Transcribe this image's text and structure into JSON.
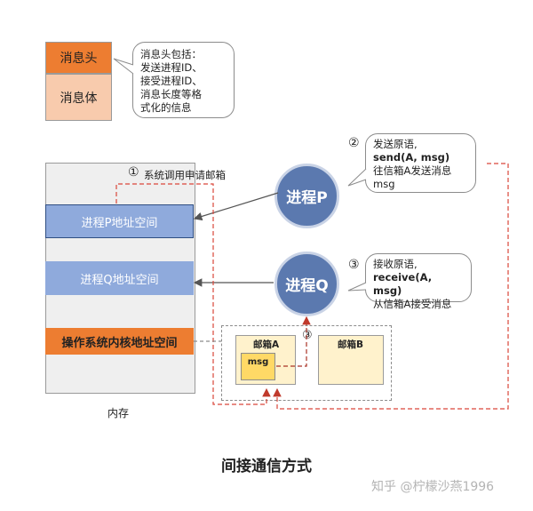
{
  "message": {
    "header": "消息头",
    "body": "消息体",
    "callout": [
      "消息头包括：",
      "发送进程ID、",
      "接受进程ID、",
      "消息长度等格",
      "式化的信息"
    ]
  },
  "memory": {
    "proc_p_space": "进程P地址空间",
    "proc_q_space": "进程Q地址空间",
    "kernel_space": "操作系统内核地址空间",
    "label": "内存"
  },
  "processes": {
    "p": "进程P",
    "q": "进程Q"
  },
  "steps": {
    "step1_num": "①",
    "step1_text": "系统调用申请邮箱",
    "step2_num": "②",
    "step2_lines": [
      "发送原语,",
      "send(A, msg)",
      "往信箱A发送消息",
      "msg"
    ],
    "step3_num": "③",
    "step3_lines": [
      "接收原语,",
      "receive(A, msg)",
      "从信箱A接受消息"
    ],
    "step3_num_small": "③"
  },
  "mailboxes": {
    "a": "邮箱A",
    "b": "邮箱B",
    "msg": "msg"
  },
  "title": "间接通信方式",
  "watermark": "知乎 @柠檬沙燕1996",
  "colors": {
    "header": "#ED7D31",
    "body": "#F8CBAD",
    "proc_space": "#8FAADC",
    "kernel_space": "#ED7D31",
    "process_circle": "#5B79AF",
    "mailbox": "#FFF2CC",
    "msg": "#FFD966",
    "red_dashed": "#D9463A"
  }
}
